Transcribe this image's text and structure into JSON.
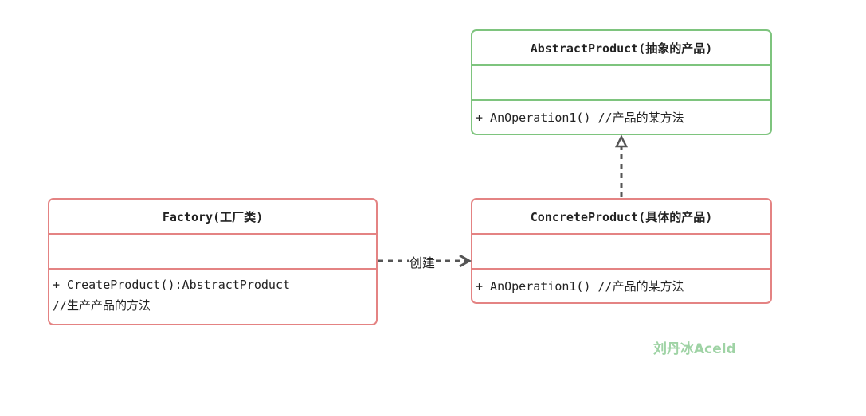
{
  "classes": {
    "abstract_product": {
      "name": "AbstractProduct(抽象的产品)",
      "operations": [
        "+ AnOperation1() //产品的某方法"
      ]
    },
    "concrete_product": {
      "name": "ConcreteProduct(具体的产品)",
      "operations": [
        "+ AnOperation1() //产品的某方法"
      ]
    },
    "factory": {
      "name": "Factory(工厂类)",
      "operations": [
        "+ CreateProduct():AbstractProduct",
        "//生产产品的方法"
      ]
    }
  },
  "relations": {
    "create_label": "创建"
  },
  "watermark": "刘丹冰Aceld",
  "colors": {
    "interface_border": "#7ec47e",
    "class_border": "#e48383",
    "arrow": "#555555"
  }
}
